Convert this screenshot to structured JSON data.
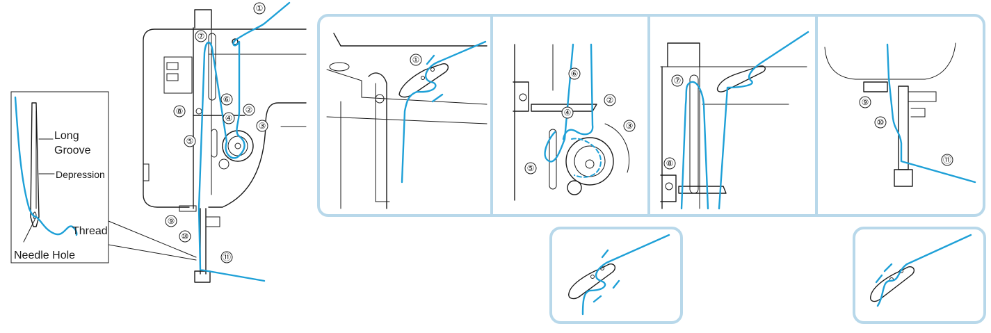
{
  "labels": {
    "long_groove_1": "Long",
    "long_groove_2": "Groove",
    "depression": "Depression",
    "thread": "Thread",
    "needle_hole": "Needle Hole"
  },
  "steps": {
    "s1": "①",
    "s2": "②",
    "s3": "③",
    "s4": "④",
    "s5": "⑤",
    "s6": "⑥",
    "s7": "⑦",
    "s8": "⑧",
    "s9": "⑨",
    "s10": "⑩",
    "s11": "⑪"
  },
  "colors": {
    "thread": "#1ea0d7",
    "frame": "#b8d8ea",
    "line": "#1a1a1a"
  }
}
